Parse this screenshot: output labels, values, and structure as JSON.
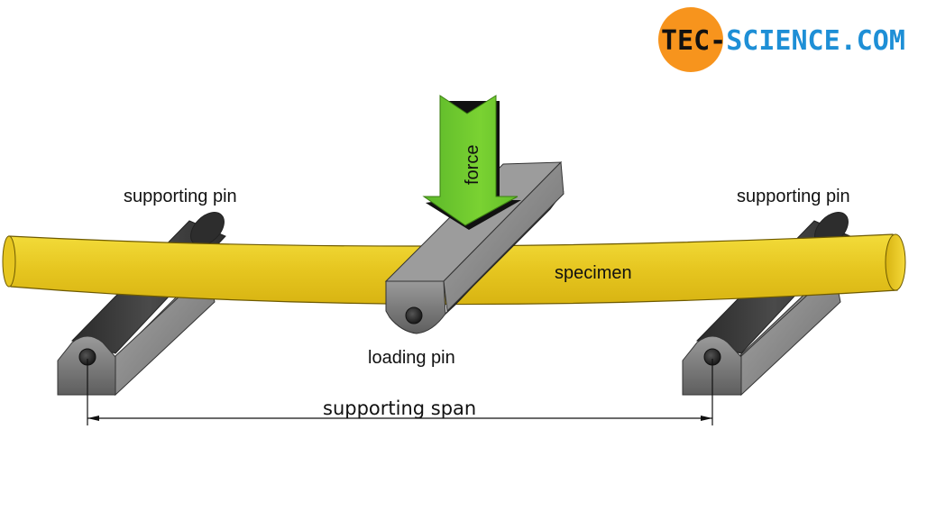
{
  "logo": {
    "part1": "TEC-",
    "part2": "SCIENCE",
    "part3": ".COM",
    "circle_color": "#f7941d",
    "text_color_dark": "#111111",
    "text_color_blue": "#1e8fd6"
  },
  "labels": {
    "force": "force",
    "supporting_pin_left": "supporting pin",
    "supporting_pin_right": "supporting pin",
    "specimen": "specimen",
    "loading_pin": "loading pin",
    "supporting_span": "supporting span"
  },
  "colors": {
    "specimen": "#e8c828",
    "arrow": "#6cc62a",
    "pin_dark": "#3a3a3a",
    "pin_grey": "#8a8a8a"
  }
}
